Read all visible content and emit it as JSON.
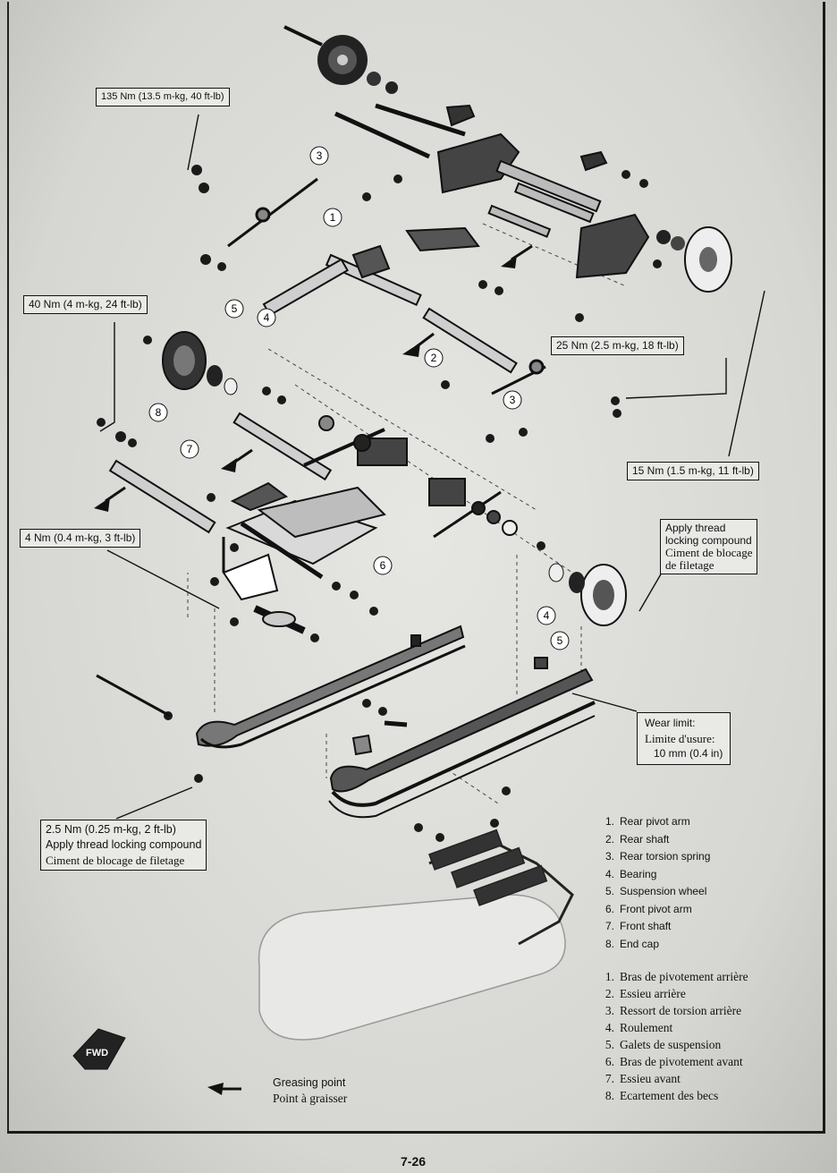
{
  "callouts": {
    "torque_top": "135 Nm (13.5 m-kg, 40 ft-lb)",
    "torque_40": "40 Nm (4 m-kg, 24 ft-lb)",
    "torque_25": "25 Nm (2.5 m-kg, 18 ft-lb)",
    "torque_15": "15 Nm (1.5 m-kg, 11 ft-lb)",
    "torque_4": "4 Nm (0.4 m-kg, 3 ft-lb)",
    "thread_en_1": "Apply thread",
    "thread_en_2": "locking compound",
    "thread_fr_1": "Ciment de blocage",
    "thread_fr_2": "de filetage",
    "wear_en": "Wear limit:",
    "wear_fr": "Limite d'usure:",
    "wear_value": "10 mm (0.4 in)",
    "torque_2_5": "2.5 Nm (0.25 m-kg, 2 ft-lb)",
    "torque_2_5_en": "Apply thread locking compound",
    "torque_2_5_fr": "Ciment de blocage de filetage"
  },
  "part_numbers": [
    "1",
    "2",
    "3",
    "3",
    "4",
    "4",
    "5",
    "5",
    "6",
    "7",
    "8"
  ],
  "legend_en": [
    {
      "num": "1.",
      "label": "Rear pivot arm"
    },
    {
      "num": "2.",
      "label": "Rear shaft"
    },
    {
      "num": "3.",
      "label": "Rear torsion spring"
    },
    {
      "num": "4.",
      "label": "Bearing"
    },
    {
      "num": "5.",
      "label": "Suspension wheel"
    },
    {
      "num": "6.",
      "label": "Front pivot arm"
    },
    {
      "num": "7.",
      "label": "Front shaft"
    },
    {
      "num": "8.",
      "label": "End cap"
    }
  ],
  "legend_fr": [
    {
      "num": "1.",
      "label": "Bras de pivotement arrière"
    },
    {
      "num": "2.",
      "label": "Essieu arrière"
    },
    {
      "num": "3.",
      "label": "Ressort de torsion arrière"
    },
    {
      "num": "4.",
      "label": "Roulement"
    },
    {
      "num": "5.",
      "label": "Galets de suspension"
    },
    {
      "num": "6.",
      "label": "Bras de pivotement avant"
    },
    {
      "num": "7.",
      "label": "Essieu avant"
    },
    {
      "num": "8.",
      "label": "Ecartement des becs"
    }
  ],
  "grease": {
    "en": "Greasing point",
    "fr": "Point à graisser"
  },
  "fwd_label": "FWD",
  "page_number": "7-26"
}
